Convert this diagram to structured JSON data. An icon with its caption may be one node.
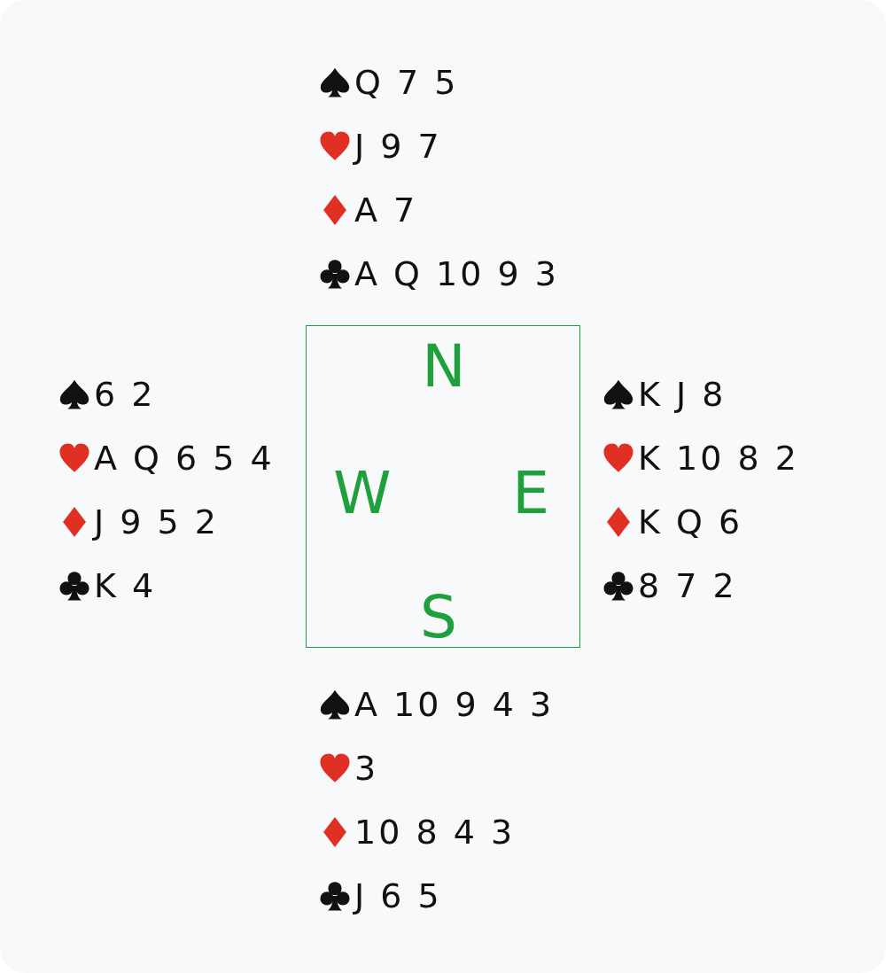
{
  "diagram": {
    "nodes": [
      {
        "text": [
          "N",
          "W",
          "E",
          "S"
        ]
      }
    ],
    "labels": [
      "Q 7 5",
      "J 9 7",
      "A 7",
      "A Q 10 9 3",
      "6 2",
      "A Q 6 5 4",
      "J 9 5 2",
      "K 4",
      "K J 8",
      "K 10 8 2",
      "K Q 6",
      "8 7 2",
      "A 10 9 4 3",
      "3",
      "10 8 4 3",
      "J 6 5"
    ]
  }
}
